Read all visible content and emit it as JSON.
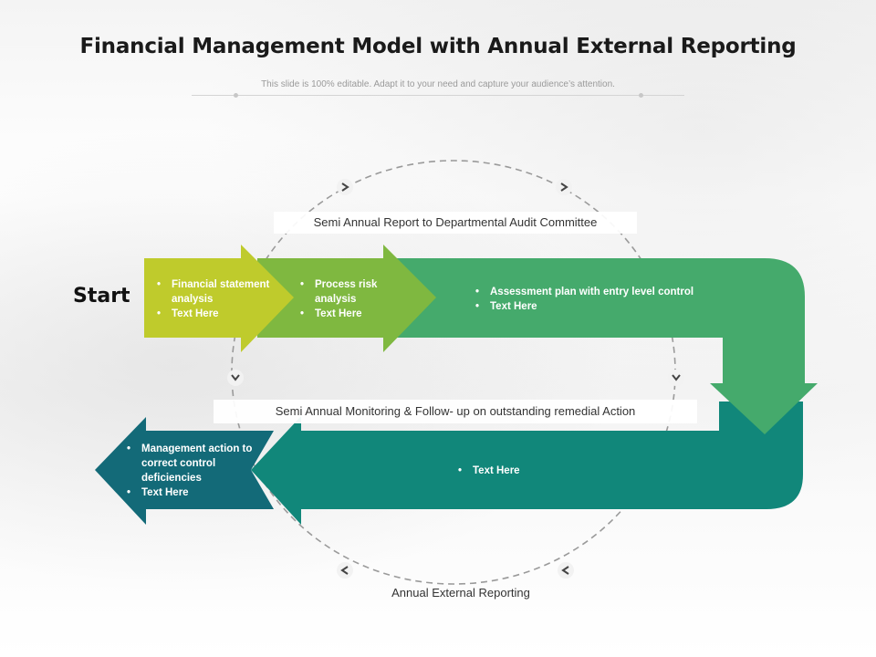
{
  "title": "Financial Management Model with Annual External Reporting",
  "subtitle": "This slide is 100% editable. Adapt it to your need and capture your audience’s attention.",
  "start_label": "Start",
  "cycle_labels": {
    "top": "Semi Annual Report to Departmental Audit Committee",
    "middle": "Semi Annual Monitoring & Follow- up on outstanding remedial Action",
    "bottom": "Annual External Reporting"
  },
  "steps": [
    {
      "color": "#bfcb2c",
      "bullets": [
        "Financial statement analysis",
        "Text Here"
      ]
    },
    {
      "color": "#7fb840",
      "bullets": [
        "Process risk analysis",
        "Text Here"
      ]
    },
    {
      "color": "#45aa6c",
      "bullets": [
        "Assessment plan with entry level control",
        "Text Here"
      ]
    },
    {
      "color": "#11877a",
      "bullets": [
        "Text Here"
      ]
    },
    {
      "color": "#136a78",
      "bullets": [
        "Management action to correct control deficiencies",
        "Text Here"
      ]
    }
  ],
  "icons": [
    "chevron-right-icon",
    "chevron-down-icon",
    "chevron-left-icon"
  ]
}
